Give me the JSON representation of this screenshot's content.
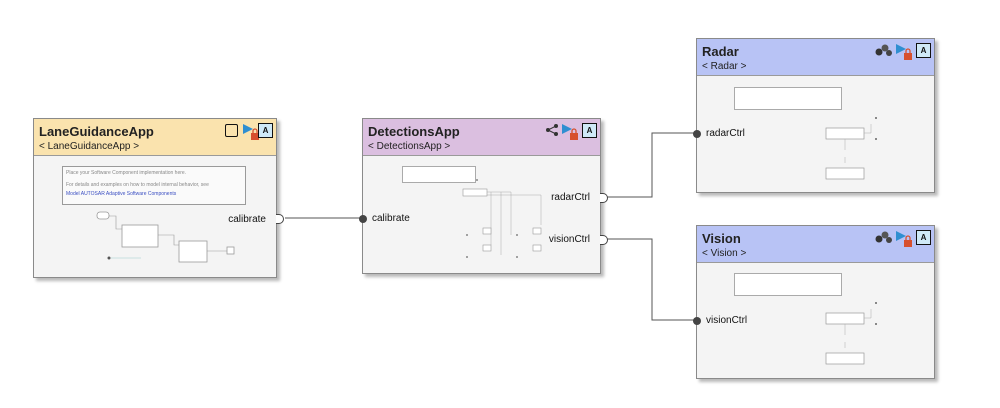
{
  "blocks": {
    "lane": {
      "title": "LaneGuidanceApp",
      "subtitle": "< LaneGuidanceApp >",
      "header_color": "#fae3ae",
      "note_line1": "Place your Software Component implementation here.",
      "note_line2": "For details and examples on how to model internal behavior, see",
      "note_link": "Model AUTOSAR Adaptive Software Components",
      "port_calibrate": "calibrate",
      "icons": [
        "square-icon",
        "play-icon",
        "lock-icon",
        "adaptive-badge"
      ]
    },
    "detections": {
      "title": "DetectionsApp",
      "subtitle": "< DetectionsApp >",
      "header_color": "#dbbfe0",
      "port_calibrate": "calibrate",
      "port_radar": "radarCtrl",
      "port_vision": "visionCtrl",
      "icons": [
        "share-icon",
        "play-icon",
        "lock-icon",
        "adaptive-badge"
      ]
    },
    "radar": {
      "title": "Radar",
      "subtitle": "< Radar >",
      "header_color": "#b8c3f5",
      "port_radar": "radarCtrl",
      "icons": [
        "cubes-icon",
        "play-icon",
        "lock-icon",
        "adaptive-badge"
      ]
    },
    "vision": {
      "title": "Vision",
      "subtitle": "< Vision >",
      "header_color": "#b8c3f5",
      "port_vision": "visionCtrl",
      "icons": [
        "cubes-icon",
        "play-icon",
        "lock-icon",
        "adaptive-badge"
      ]
    }
  },
  "badge_letter": "A",
  "colors": {
    "block_body": "#f4f4f4",
    "wire": "#555555",
    "badge_fill": "#cfe9f7"
  }
}
